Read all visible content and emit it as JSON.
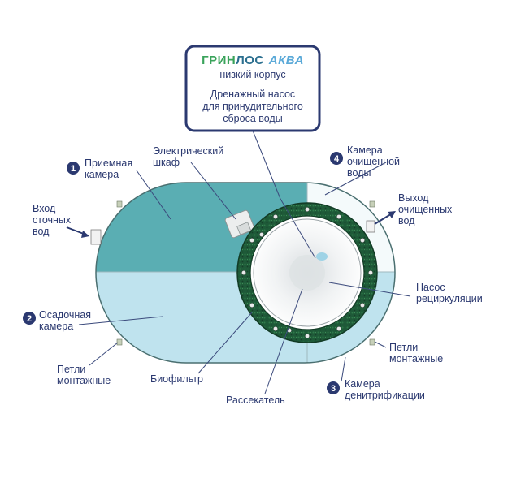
{
  "brand": {
    "part1": "ГРИН",
    "part2": "ЛОС",
    "part3": "АКВА",
    "subtitle": "низкий корпус"
  },
  "pump_note": {
    "line1": "Дренажный насос",
    "line2": "для принудительного",
    "line3": "сброса воды"
  },
  "labels": {
    "receiving_chamber": {
      "number": "1",
      "line1": "Приемная",
      "line2": "камера"
    },
    "settling_chamber": {
      "number": "2",
      "line1": "Осадочная",
      "line2": "камера"
    },
    "denitrification_chamber": {
      "number": "3",
      "line1": "Камера",
      "line2": "денитрификации"
    },
    "clean_water_chamber": {
      "number": "4",
      "line1": "Камера",
      "line2": "очищенной",
      "line3": "воды"
    },
    "electric_cabinet": {
      "line1": "Электрический",
      "line2": "шкаф"
    },
    "inlet": {
      "line1": "Вход",
      "line2": "сточных",
      "line3": "вод"
    },
    "outlet": {
      "line1": "Выход",
      "line2": "очищенных",
      "line3": "вод"
    },
    "recirculation_pump": {
      "line1": "Насос",
      "line2": "рециркуляции"
    },
    "mounting_loops_left": {
      "line1": "Петли",
      "line2": "монтажные"
    },
    "mounting_loops_right": {
      "line1": "Петли",
      "line2": "монтажные"
    },
    "biofilter": {
      "line1": "Биофильтр"
    },
    "splitter": {
      "line1": "Рассекатель"
    }
  },
  "colors": {
    "text": "#2b3970",
    "receiving_fill": "#5aaeb3",
    "settling_fill": "#bfe3ee",
    "clean_fill": "#f4fafb",
    "biofilter_ring": "#1f5a3a",
    "brand_green": "#3aa35b",
    "brand_blue": "#5aa9d8"
  }
}
